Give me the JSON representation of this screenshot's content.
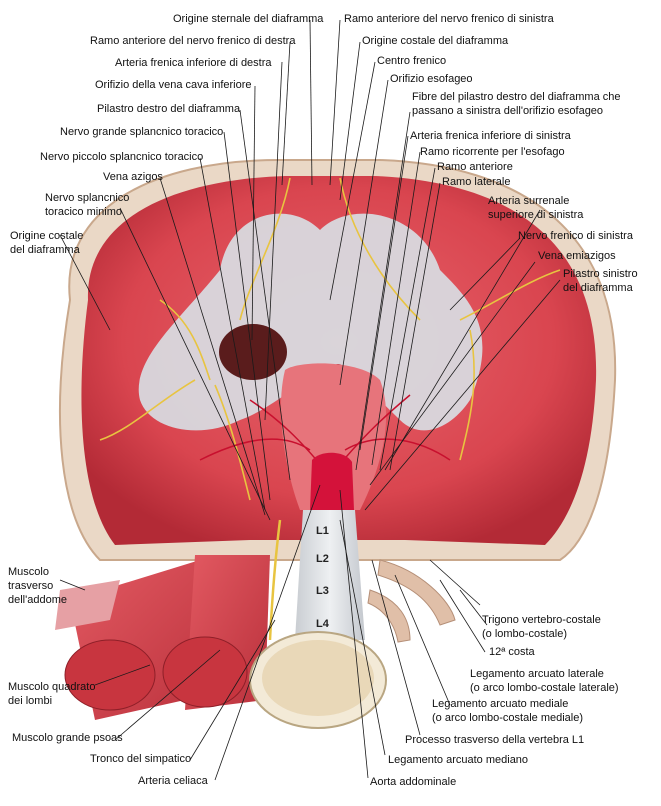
{
  "labels_top": [
    "Origine sternale del diaframma",
    "Ramo anteriore del nervo frenico di sinistra",
    "Ramo anteriore del nervo frenico di destra",
    "Origine costale del diaframma",
    "Arteria frenica inferiore di destra",
    "Centro frenico",
    "Orifizio della vena cava inferiore",
    "Orifizio esofageo",
    "Pilastro destro del diaframma",
    "Fibre del pilastro destro del diaframma che",
    "passano a sinistra dell'orifizio esofageo",
    "Nervo grande splancnico toracico",
    "Arteria frenica inferiore di sinistra",
    "Nervo piccolo splancnico toracico",
    "Ramo ricorrente per l'esofago",
    "Ramo anteriore",
    "Vena azigos",
    "Ramo laterale"
  ],
  "labels_left": [
    "Nervo splancnico",
    "toracico minimo",
    "Origine costale",
    "del diaframma",
    "Muscolo",
    "trasverso",
    "dell'addome",
    "Muscolo quadrato",
    "dei lombi",
    "Muscolo grande psoas",
    "Tronco del simpatico",
    "Arteria celiaca"
  ],
  "labels_right": [
    "Arteria surrenale",
    "superiore di sinistra",
    "Nervo frenico di sinistra",
    "Vena emiazigos",
    "Pilastro sinistro",
    "del diaframma",
    "Trigono vertebro-costale",
    "(o lombo-costale)",
    "12ª costa",
    "Legamento arcuato laterale",
    "(o arco lombo-costale laterale)",
    "Legamento arcuato mediale",
    "(o arco lombo-costale mediale)",
    "Processo trasverso della vertebra L1",
    "Legamento arcuato mediano",
    "Aorta addominale"
  ],
  "vertebrae": [
    "L1",
    "L2",
    "L3",
    "L4"
  ],
  "colors": {
    "muscle": "#d9454f",
    "muscle_dark": "#b32a36",
    "tendon": "#d8dde3",
    "rib_edge": "#e8d6c4",
    "nerve": "#e8c440",
    "vessel": "#c8102e",
    "bone": "#efe4cf"
  }
}
